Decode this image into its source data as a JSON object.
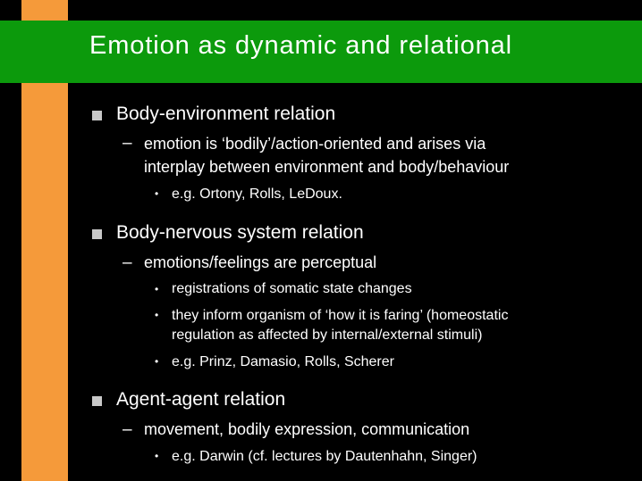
{
  "slide": {
    "title": "Emotion as dynamic and relational",
    "colors": {
      "background": "#000000",
      "title_band": "#0c9a0c",
      "left_bar": "#f59a3a",
      "text": "#ffffff",
      "bullet": "#c8c8c8"
    },
    "bullet_icon": "square-bullet-icon",
    "dash_symbol": "–",
    "dot_symbol": "•",
    "sections": [
      {
        "heading": "Body-environment relation",
        "subs": [
          {
            "lines": [
              "emotion is ‘bodily’/action-oriented and arises via",
              "interplay between environment and body/behaviour"
            ],
            "items": [
              {
                "lines": [
                  "e.g. Ortony, Rolls, LeDoux."
                ]
              }
            ]
          }
        ]
      },
      {
        "heading": "Body-nervous system relation",
        "subs": [
          {
            "lines": [
              "emotions/feelings are perceptual"
            ],
            "items": [
              {
                "lines": [
                  "registrations of somatic state changes"
                ]
              },
              {
                "lines": [
                  "they inform organism of ‘how it is faring’ (homeostatic",
                  "regulation as affected by internal/external stimuli)"
                ]
              },
              {
                "lines": [
                  "e.g. Prinz, Damasio, Rolls, Scherer"
                ]
              }
            ]
          }
        ]
      },
      {
        "heading": "Agent-agent relation",
        "subs": [
          {
            "lines": [
              "movement, bodily expression, communication"
            ],
            "items": [
              {
                "lines": [
                  "e.g. Darwin (cf. lectures by Dautenhahn, Singer)"
                ]
              }
            ]
          }
        ]
      }
    ]
  }
}
